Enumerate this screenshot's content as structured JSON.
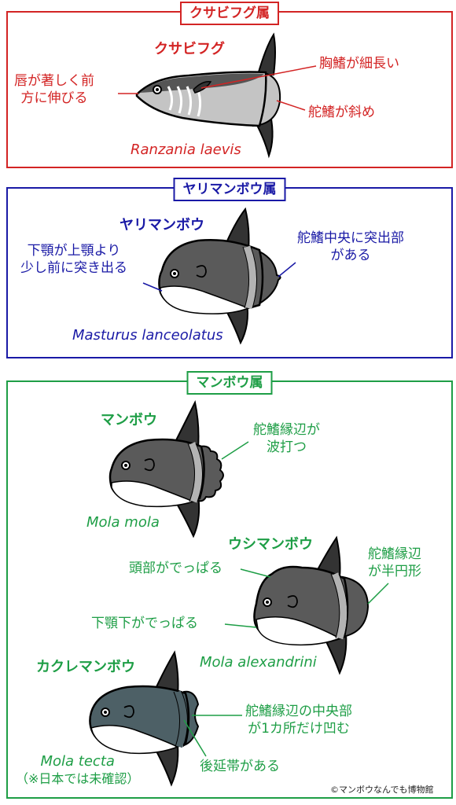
{
  "colors": {
    "red": "#d32424",
    "blue": "#1a1aa6",
    "green": "#1e9e46",
    "fish_gray": "#5a5a5a",
    "fish_band": "#b3b3b3",
    "fish_teal": "#4d6066",
    "ranzania_body": "#c4c4c4"
  },
  "panels": {
    "ranzania": {
      "title": "クサビフグ属",
      "species_jp": "クサビフグ",
      "species_sci": "Ranzania laevis",
      "note_lip_1": "唇が著しく前",
      "note_lip_2": "方に伸びる",
      "note_pectoral": "胸鰭が細長い",
      "note_rudder": "舵鰭が斜め"
    },
    "masturus": {
      "title": "ヤリマンボウ属",
      "species_jp": "ヤリマンボウ",
      "species_sci": "Masturus lanceolatus",
      "note_jaw_1": "下顎が上顎より",
      "note_jaw_2": "少し前に突き出る",
      "note_rudder_1": "舵鰭中央に突出部",
      "note_rudder_2": "がある"
    },
    "mola": {
      "title": "マンボウ属",
      "mola_mola": {
        "species_jp": "マンボウ",
        "species_sci": "Mola mola",
        "note_1": "舵鰭縁辺が",
        "note_2": "波打つ"
      },
      "alexandrini": {
        "species_jp": "ウシマンボウ",
        "species_sci": "Mola alexandrini",
        "note_head": "頭部がでっぱる",
        "note_jaw": "下顎下がでっぱる",
        "note_rudder_1": "舵鰭縁辺",
        "note_rudder_2": "が半円形"
      },
      "tecta": {
        "species_jp": "カクレマンボウ",
        "species_sci": "Mola tecta",
        "species_note": "（※日本では未確認）",
        "note_rudder_1": "舵鰭縁辺の中央部",
        "note_rudder_2": "が1カ所だけ凹む",
        "note_band": "後延帯がある"
      }
    }
  },
  "copyright": "©マンボウなんでも博物館"
}
